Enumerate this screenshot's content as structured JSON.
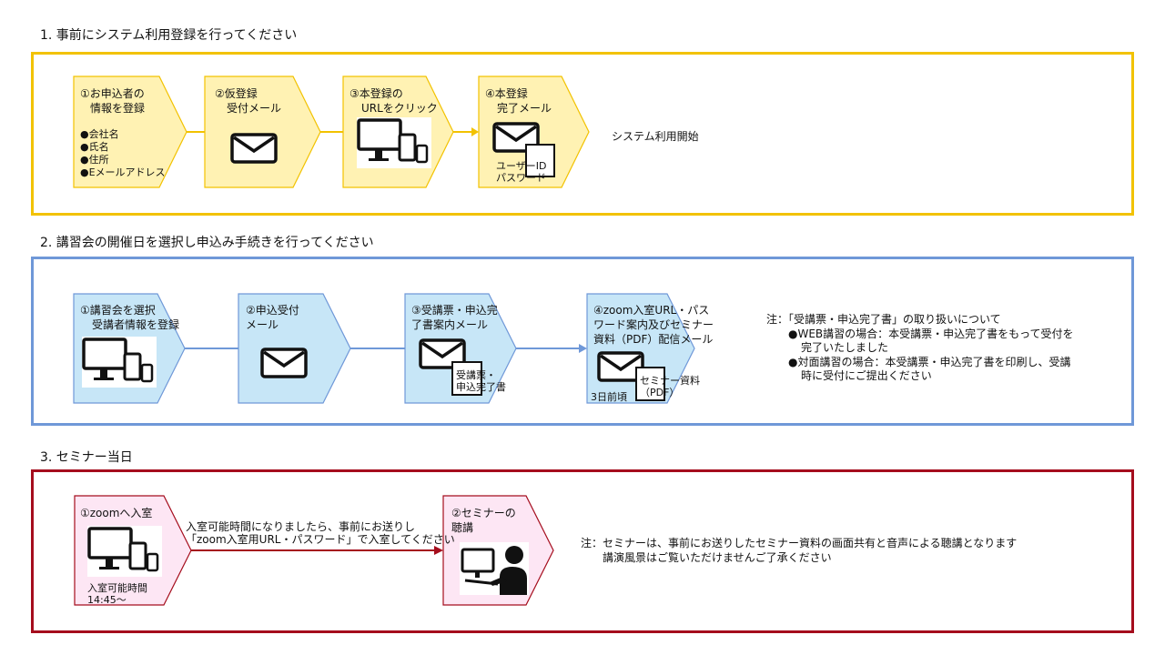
{
  "section1": {
    "heading": "1. 事前にシステム利用登録を行ってください",
    "steps": [
      {
        "line1": "①お申込者の",
        "line2": "情報を登録",
        "items": [
          "●会社名",
          "●氏名",
          "●住所",
          "●Eメールアドレス"
        ]
      },
      {
        "line1": "②仮登録",
        "line2": "受付メール"
      },
      {
        "line1": "③本登録の",
        "line2": "URLをクリック"
      },
      {
        "line1": "④本登録",
        "line2": "完了メール",
        "doc_line1": "ユーザーID",
        "doc_line2": "パスワード"
      }
    ],
    "result": "システム利用開始"
  },
  "section2": {
    "heading": "2. 講習会の開催日を選択し申込み手続きを行ってください",
    "steps": [
      {
        "line1": "①講習会を選択",
        "line2": "受講者情報を登録"
      },
      {
        "line1": "②申込受付",
        "line2": "メール"
      },
      {
        "line1": "③受講票・申込完",
        "line2": "了書案内メール",
        "doc_line1": "受講票・",
        "doc_line2": "申込完了書"
      },
      {
        "line1": "④zoom入室URL・パス",
        "line2": "ワード案内及びセミナー",
        "line3": "資料（PDF）配信メール",
        "doc_line1": "セミナー資料",
        "doc_line2": "（PDF）",
        "note": "3日前頃"
      }
    ],
    "note_title": "注：「受講票・申込完了書」の取り扱いについて",
    "note_lines": [
      "●WEB講習の場合：本受講票・申込完了書をもって受付を",
      "完了いたしました",
      "●対面講習の場合：本受講票・申込完了書を印刷し、受講",
      "時に受付にご提出ください"
    ]
  },
  "section3": {
    "heading": "3. セミナー当日",
    "step1": {
      "line1": "①zoomへ入室",
      "time_label": "入室可能時間",
      "time": "14:45～"
    },
    "arrow_text1": "入室可能時間になりましたら、事前にお送りし",
    "arrow_text2": "「zoom入室用URL・パスワード」で入室してください",
    "step2": {
      "line1": "②セミナーの",
      "line2": "聴講"
    },
    "note1": "注：セミナーは、事前にお送りしたセミナー資料の画面共有と音声による聴講となります",
    "note2": "講演風景はご覧いただけませんご了承ください"
  },
  "colors": {
    "yellow_border": "#f2c200",
    "yellow_fill": "#fff2b3",
    "blue_border": "#6f98d8",
    "blue_fill": "#c7e6f7",
    "red_border": "#a50d1d",
    "pink_fill": "#fde6f4"
  }
}
